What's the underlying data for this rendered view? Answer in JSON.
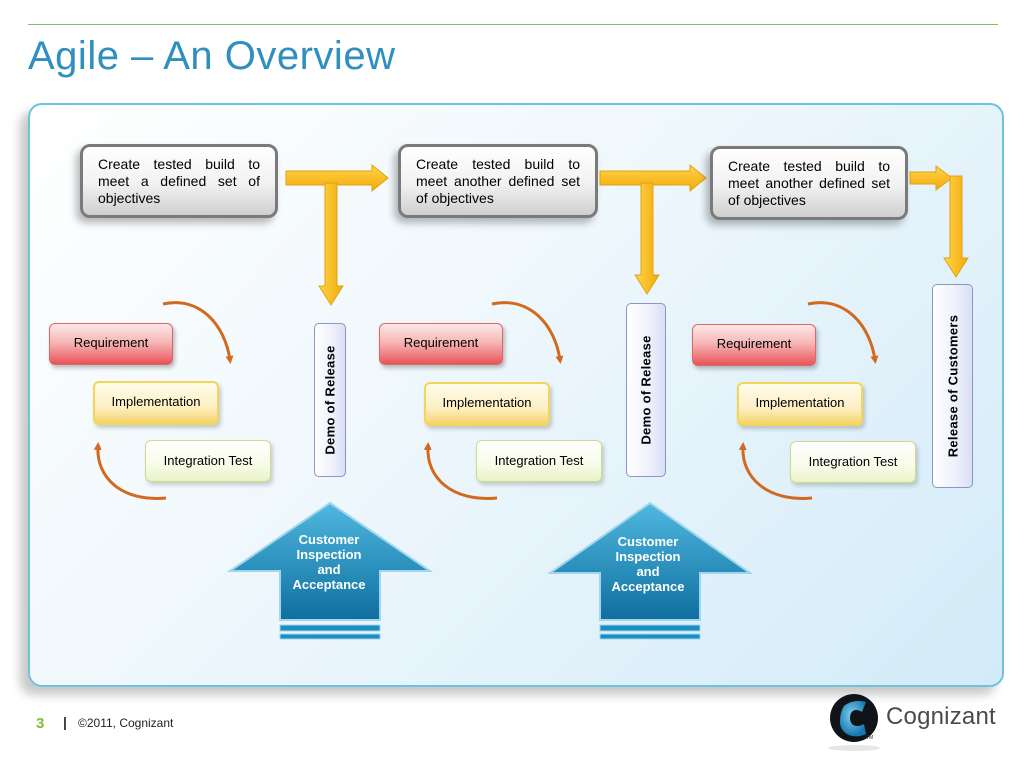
{
  "title": "Agile – An Overview",
  "objective_boxes": [
    {
      "text": "Create tested build to meet a defined set of objectives"
    },
    {
      "text": "Create tested build to meet another defined set of objectives"
    },
    {
      "text": "Create tested build to meet another defined set of objectives"
    }
  ],
  "cycles": [
    {
      "requirement": "Requirement",
      "implementation": "Implementation",
      "integration_test": "Integration Test"
    },
    {
      "requirement": "Requirement",
      "implementation": "Implementation",
      "integration_test": "Integration Test"
    },
    {
      "requirement": "Requirement",
      "implementation": "Implementation",
      "integration_test": "Integration Test"
    }
  ],
  "milestones": [
    {
      "label": "Demo of Release"
    },
    {
      "label": "Demo of Release"
    },
    {
      "label": "Release of Customers"
    }
  ],
  "customer_arrows": [
    {
      "line1": "Customer",
      "line2": "Inspection",
      "line3": "and",
      "line4": "Acceptance"
    },
    {
      "line1": "Customer",
      "line2": "Inspection",
      "line3": "and",
      "line4": "Acceptance"
    }
  ],
  "footer": {
    "page_number": "3",
    "separator": "|",
    "copyright": "©2011, Cognizant"
  },
  "logo": {
    "text": "Cognizant",
    "tm": "TM"
  },
  "colors": {
    "title": "#2f8fbf",
    "accent_green": "#7cbf3a",
    "arrow_orange": "#f7bf1a",
    "cycle_arrow": "#d2691e",
    "customer_arrow": "#1e8ec2"
  }
}
